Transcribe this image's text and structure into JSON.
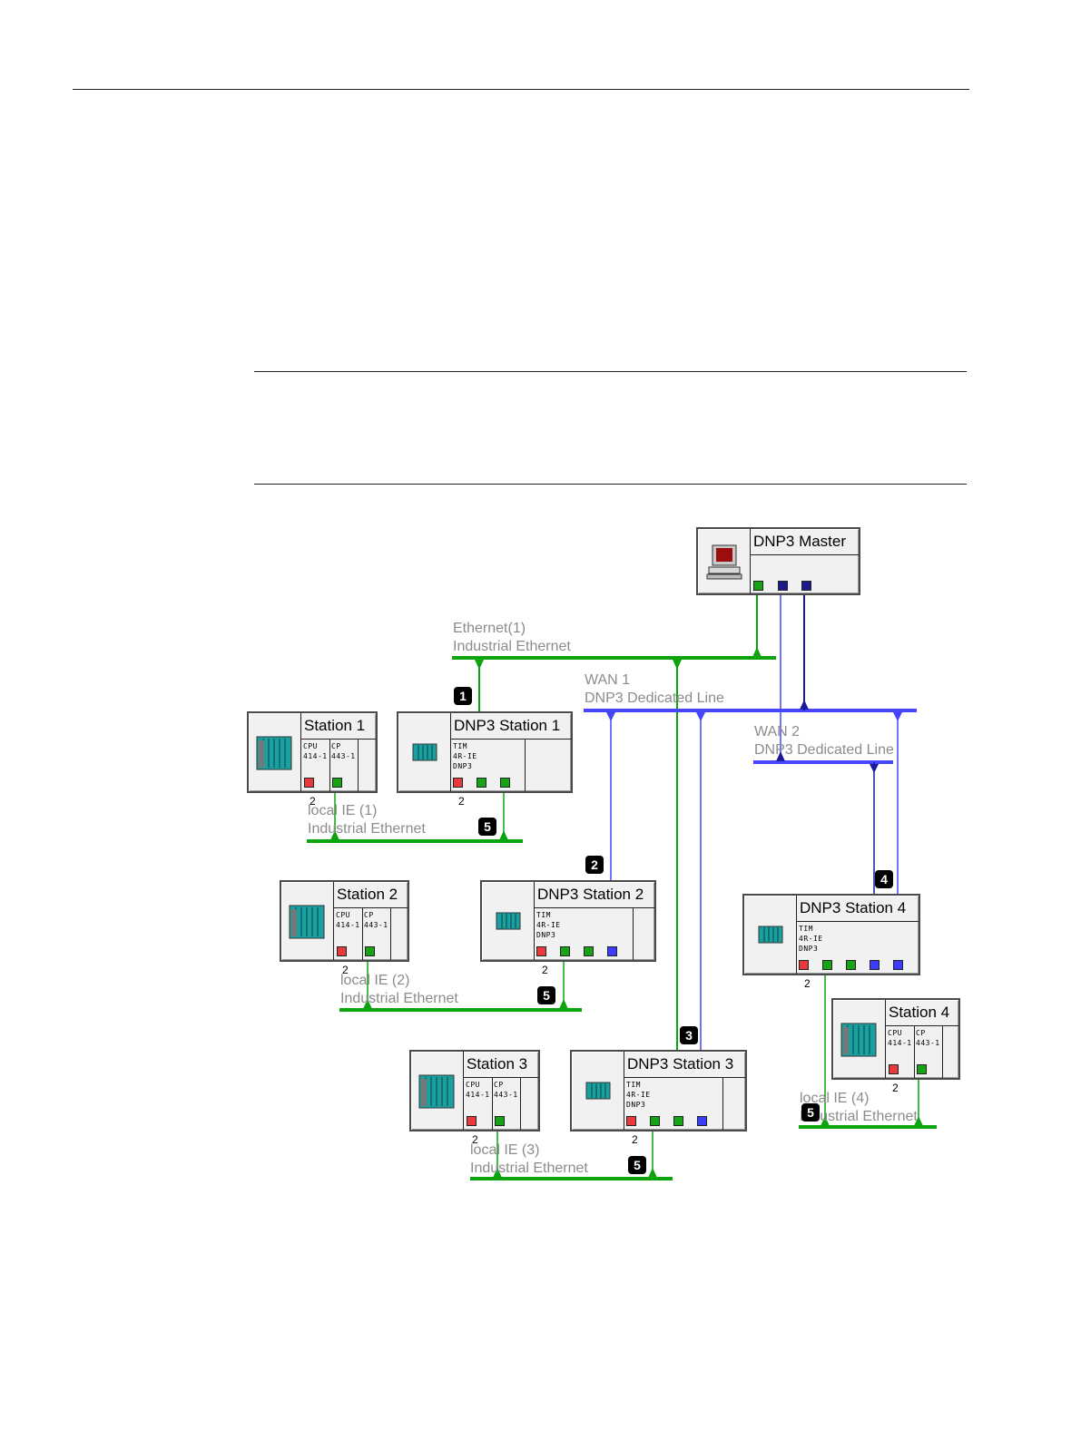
{
  "colors": {
    "ethernet": "#0ca40c",
    "wan": "#4646ff",
    "wan_dark": "#1a1a9c",
    "cpu_red": "#e83a3a",
    "green": "#16a316",
    "blue": "#3c3cff",
    "navy": "#1b1b8a"
  },
  "master": {
    "title": "DNP3 Master",
    "icon": "pc-icon"
  },
  "stations": {
    "s1": {
      "title": "Station 1",
      "cpu": "CPU\n414-1",
      "cp": "CP\n443-1",
      "num": "2"
    },
    "s2": {
      "title": "Station 2",
      "cpu": "CPU\n414-1",
      "cp": "CP\n443-1",
      "num": "2"
    },
    "s3": {
      "title": "Station 3",
      "cpu": "CPU\n414-1",
      "cp": "CP\n443-1",
      "num": "2"
    },
    "s4": {
      "title": "Station 4",
      "cpu": "CPU\n414-1",
      "cp": "CP\n443-1",
      "num": "2"
    },
    "d1": {
      "title": "DNP3 Station 1",
      "tim": "TIM\n4R-IE\nDNP3",
      "num": "2"
    },
    "d2": {
      "title": "DNP3 Station 2",
      "tim": "TIM\n4R-IE\nDNP3",
      "num": "2"
    },
    "d3": {
      "title": "DNP3 Station 3",
      "tim": "TIM\n4R-IE\nDNP3",
      "num": "2"
    },
    "d4": {
      "title": "DNP3 Station 4",
      "tim": "TIM\n4R-IE\nDNP3",
      "num": "2"
    }
  },
  "networks": {
    "eth1": {
      "name": "Ethernet(1)",
      "type": "Industrial Ethernet"
    },
    "wan1": {
      "name": "WAN 1",
      "type": "DNP3 Dedicated Line"
    },
    "wan2": {
      "name": "WAN 2",
      "type": "DNP3 Dedicated Line"
    },
    "lie1": {
      "name": "local IE (1)",
      "type": "Industrial Ethernet"
    },
    "lie2": {
      "name": "local IE (2)",
      "type": "Industrial Ethernet"
    },
    "lie3": {
      "name": "local IE (3)",
      "type": "Industrial Ethernet"
    },
    "lie4": {
      "name": "local IE (4)",
      "type": "Industrial Ethernet"
    }
  },
  "badges": {
    "b1": "1",
    "b2": "2",
    "b3": "3",
    "b4": "4",
    "b5": "5"
  }
}
